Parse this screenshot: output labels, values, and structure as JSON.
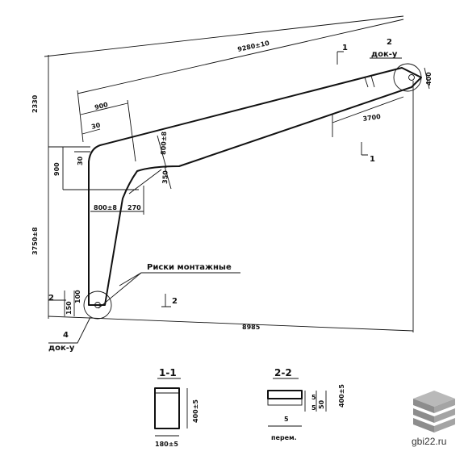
{
  "dimensions": {
    "total_length": "9280±10",
    "d900_top": "900",
    "d30_top": "30",
    "d30_side": "30",
    "d2330": "2330",
    "d900_left": "900",
    "d800_upper": "800±8",
    "d350": "350",
    "d800_lower": "800±8",
    "d270": "270",
    "d3750": "3750±8",
    "d3700": "3700",
    "d400_end": "400",
    "d150": "150",
    "d100": "100",
    "d8985": "8985"
  },
  "labels": {
    "mount_marks": "Риски монтажные",
    "node2_num": "2",
    "node2_doc": "док-у",
    "node4_num": "4",
    "node4_doc": "док-у",
    "cut1_top": "1",
    "cut1_bottom": "1",
    "cut2": "2",
    "left_small": "2"
  },
  "sections": {
    "s1": {
      "title": "1-1",
      "height": "400±5",
      "width": "180±5"
    },
    "s2": {
      "title": "2-2",
      "d5a": "5",
      "d5b": "5",
      "d50": "50",
      "height": "400±5",
      "lower_5": "5",
      "variable": "перем."
    }
  },
  "watermark": {
    "text": "gbi22.ru"
  }
}
